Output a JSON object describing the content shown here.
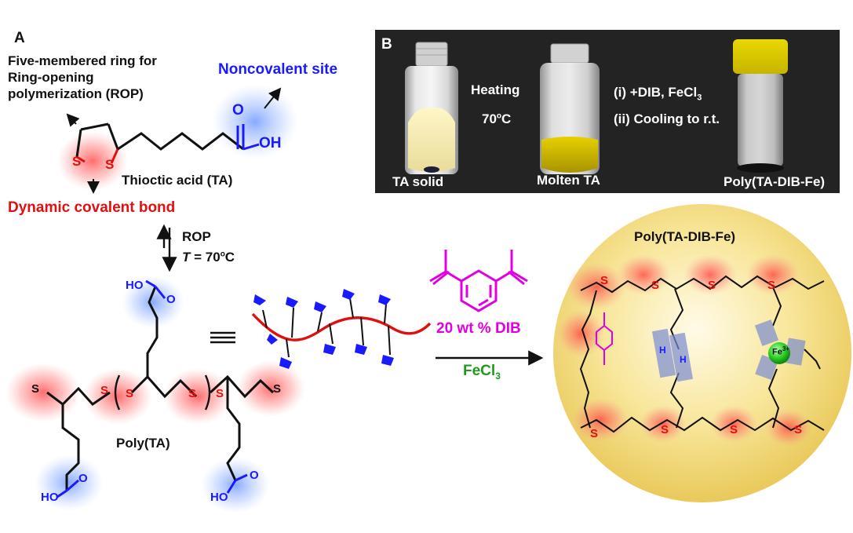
{
  "panelA": {
    "letter": "A",
    "ring_note_l1": "Five-membered ring for",
    "ring_note_l2": "Ring-opening",
    "ring_note_l3": "polymerization (ROP)",
    "noncovalent": "Noncovalent site",
    "compound": "Thioctic acid (TA)",
    "dynamic": "Dynamic covalent bond",
    "rop": "ROP",
    "temp_var": "T",
    "temp_eq": " = 70",
    "temp_sup": "o",
    "temp_unit": "C",
    "polymer": "Poly(TA)",
    "oh_label": "OH",
    "o_label": "O",
    "s_label": "S",
    "ho_label": "HO"
  },
  "panelB": {
    "letter": "B",
    "heating": "Heating",
    "heat_temp": "70",
    "heat_sup": "o",
    "heat_unit": "C",
    "step1": "(i) +DIB, FeCl",
    "step1_sub": "3",
    "step2": "(ii) Cooling to r.t.",
    "cap1": "TA solid",
    "cap2": "Molten TA",
    "cap3": "Poly(TA-DIB-Fe)"
  },
  "reaction": {
    "dib": "20 wt % DIB",
    "fecl": "FeCl",
    "fecl_sub": "3"
  },
  "network": {
    "title": "Poly(TA-DIB-Fe)",
    "fe": "Fe",
    "fe_sup": "3+",
    "h": "H"
  },
  "colors": {
    "blue": "#1a1aff",
    "red": "#e01010",
    "magenta": "#e000e0",
    "green": "#1f9a1f",
    "sphere": "#f3dc7a"
  }
}
